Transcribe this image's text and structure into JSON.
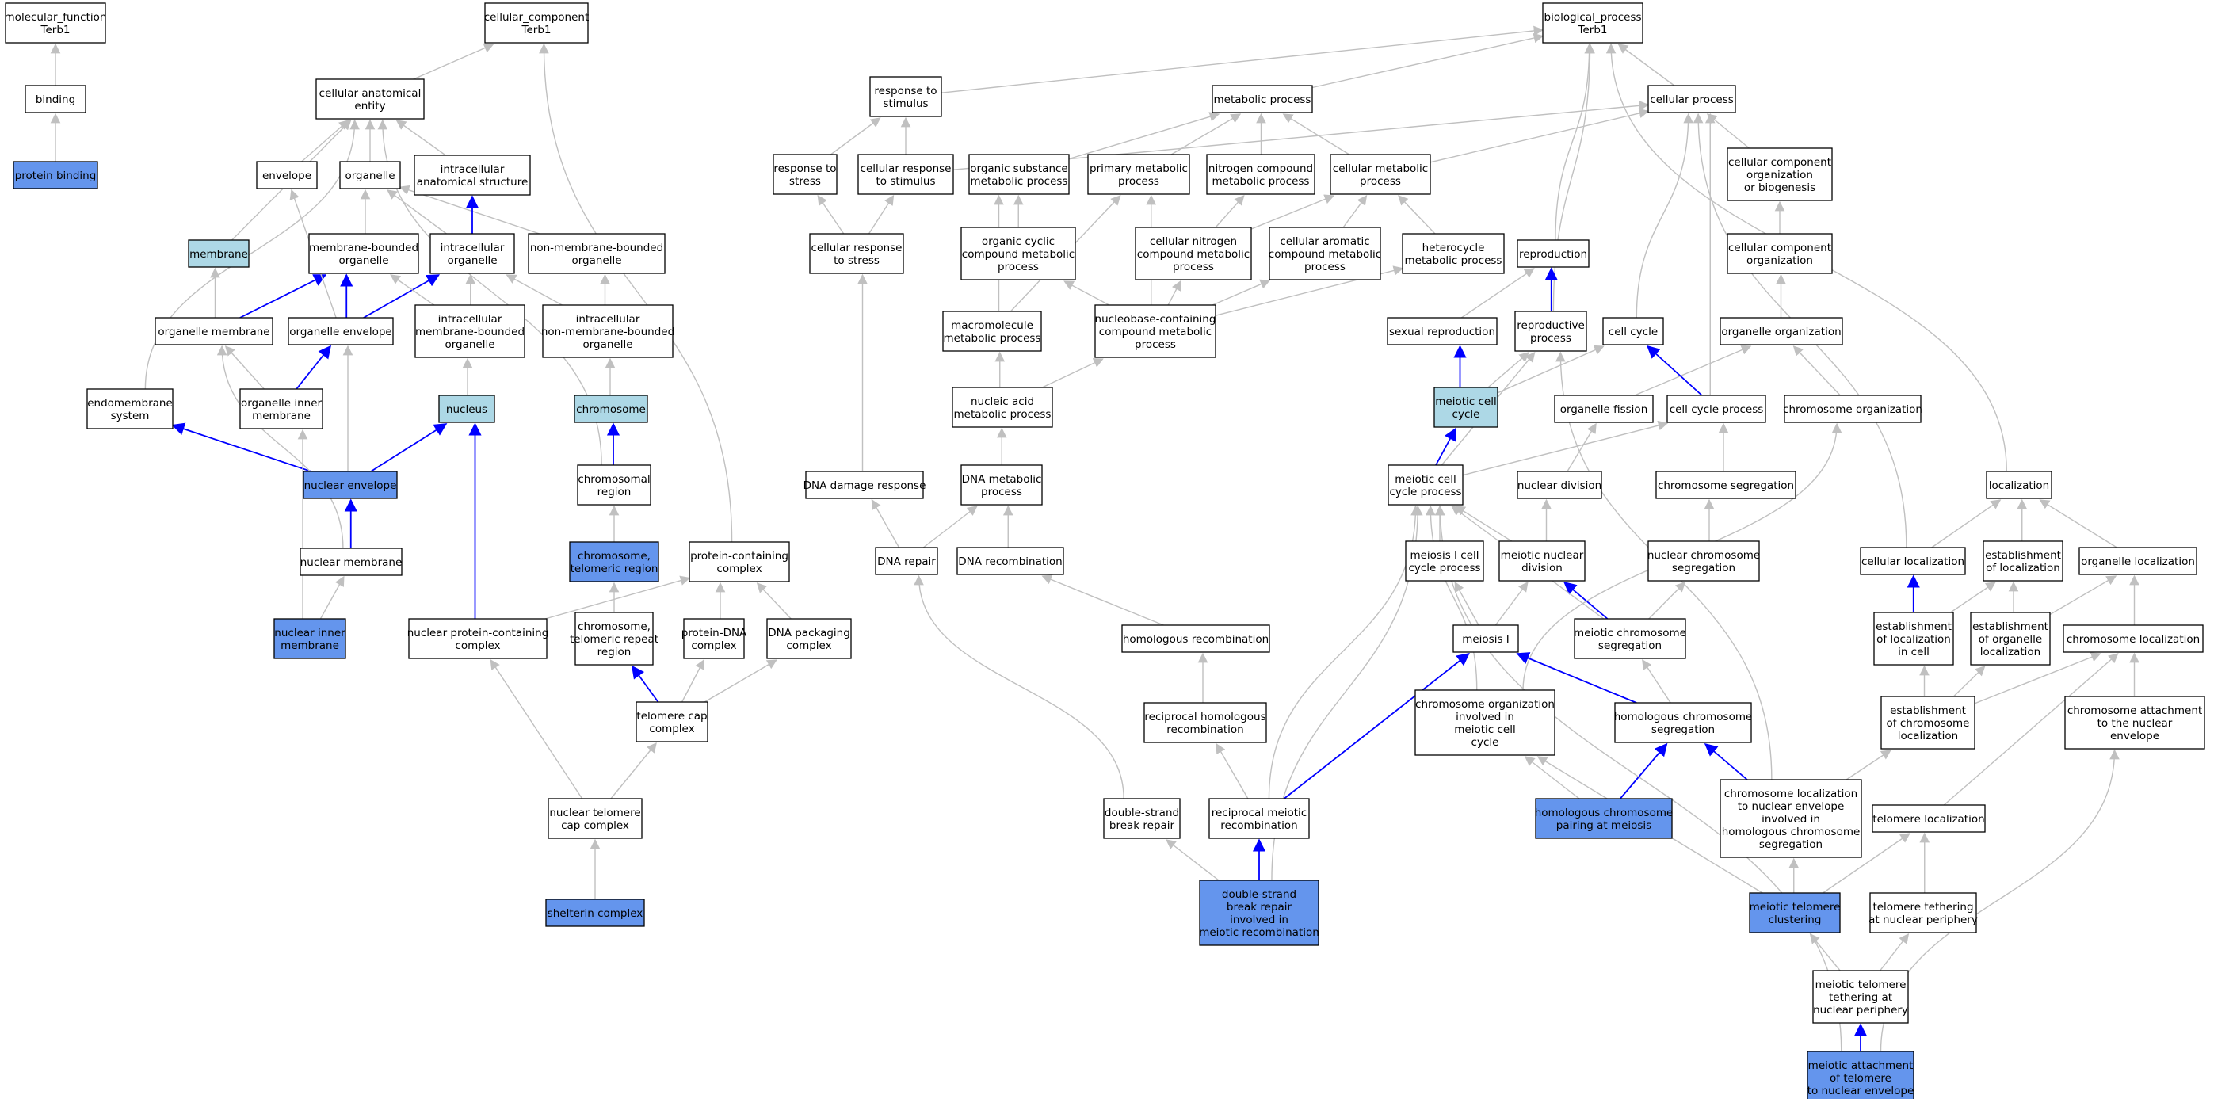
{
  "colors": {
    "edge_default": "#c0c0c0",
    "edge_highlight": "#0000ff",
    "node_white": "#ffffff",
    "node_light": "#add8e6",
    "node_dark": "#6495ed"
  },
  "nodes": [
    {
      "id": "mf",
      "label": "molecular_function\nTerb1",
      "fill": "white"
    },
    {
      "id": "binding",
      "label": "binding",
      "fill": "white"
    },
    {
      "id": "protbind",
      "label": "protein binding",
      "fill": "dark"
    },
    {
      "id": "cc",
      "label": "cellular_component\nTerb1",
      "fill": "white"
    },
    {
      "id": "cae",
      "label": "cellular anatomical\nentity",
      "fill": "white"
    },
    {
      "id": "envelope",
      "label": "envelope",
      "fill": "white"
    },
    {
      "id": "organelle",
      "label": "organelle",
      "fill": "white"
    },
    {
      "id": "ias",
      "label": "intracellular\nanatomical structure",
      "fill": "white"
    },
    {
      "id": "membrane",
      "label": "membrane",
      "fill": "light"
    },
    {
      "id": "mbo",
      "label": "membrane-bounded\norganelle",
      "fill": "white"
    },
    {
      "id": "io",
      "label": "intracellular\norganelle",
      "fill": "white"
    },
    {
      "id": "nmbo",
      "label": "non-membrane-bounded\norganelle",
      "fill": "white"
    },
    {
      "id": "om",
      "label": "organelle membrane",
      "fill": "white"
    },
    {
      "id": "oe",
      "label": "organelle envelope",
      "fill": "white"
    },
    {
      "id": "imbo",
      "label": "intracellular\nmembrane-bounded\norganelle",
      "fill": "white"
    },
    {
      "id": "inmbo",
      "label": "intracellular\nnon-membrane-bounded\norganelle",
      "fill": "white"
    },
    {
      "id": "endo",
      "label": "endomembrane\nsystem",
      "fill": "white"
    },
    {
      "id": "oim",
      "label": "organelle inner\nmembrane",
      "fill": "white"
    },
    {
      "id": "nucleus",
      "label": "nucleus",
      "fill": "light"
    },
    {
      "id": "chromosome",
      "label": "chromosome",
      "fill": "light"
    },
    {
      "id": "ne",
      "label": "nuclear envelope",
      "fill": "dark"
    },
    {
      "id": "chromreg",
      "label": "chromosomal\nregion",
      "fill": "white"
    },
    {
      "id": "nm",
      "label": "nuclear membrane",
      "fill": "white"
    },
    {
      "id": "ctr",
      "label": "chromosome,\ntelomeric region",
      "fill": "dark"
    },
    {
      "id": "pcc",
      "label": "protein-containing\ncomplex",
      "fill": "white"
    },
    {
      "id": "nim",
      "label": "nuclear inner\nmembrane",
      "fill": "dark"
    },
    {
      "id": "npcc",
      "label": "nuclear protein-containing\ncomplex",
      "fill": "white"
    },
    {
      "id": "ctrr",
      "label": "chromosome,\ntelomeric repeat\nregion",
      "fill": "white"
    },
    {
      "id": "pdna",
      "label": "protein-DNA\ncomplex",
      "fill": "white"
    },
    {
      "id": "dpc",
      "label": "DNA packaging\ncomplex",
      "fill": "white"
    },
    {
      "id": "tcc",
      "label": "telomere cap\ncomplex",
      "fill": "white"
    },
    {
      "id": "ntcc",
      "label": "nuclear telomere\ncap complex",
      "fill": "white"
    },
    {
      "id": "shelterin",
      "label": "shelterin complex",
      "fill": "dark"
    },
    {
      "id": "bp",
      "label": "biological_process\nTerb1",
      "fill": "white"
    },
    {
      "id": "rts",
      "label": "response to\nstimulus",
      "fill": "white"
    },
    {
      "id": "metab",
      "label": "metabolic process",
      "fill": "white"
    },
    {
      "id": "cellproc",
      "label": "cellular process",
      "fill": "white"
    },
    {
      "id": "rtstress",
      "label": "response to\nstress",
      "fill": "white"
    },
    {
      "id": "crts",
      "label": "cellular response\nto stimulus",
      "fill": "white"
    },
    {
      "id": "osmp",
      "label": "organic substance\nmetabolic process",
      "fill": "white"
    },
    {
      "id": "pmp",
      "label": "primary metabolic\nprocess",
      "fill": "white"
    },
    {
      "id": "ncmp",
      "label": "nitrogen compound\nmetabolic process",
      "fill": "white"
    },
    {
      "id": "cmp",
      "label": "cellular metabolic\nprocess",
      "fill": "white"
    },
    {
      "id": "ccob",
      "label": "cellular component\norganization\nor biogenesis",
      "fill": "white"
    },
    {
      "id": "crtstress",
      "label": "cellular response\nto stress",
      "fill": "white"
    },
    {
      "id": "occmp",
      "label": "organic cyclic\ncompound metabolic\nprocess",
      "fill": "white"
    },
    {
      "id": "cncmp",
      "label": "cellular nitrogen\ncompound metabolic\nprocess",
      "fill": "white"
    },
    {
      "id": "cacmp",
      "label": "cellular aromatic\ncompound metabolic\nprocess",
      "fill": "white"
    },
    {
      "id": "hmp",
      "label": "heterocycle\nmetabolic process",
      "fill": "white"
    },
    {
      "id": "repro",
      "label": "reproduction",
      "fill": "white"
    },
    {
      "id": "cco",
      "label": "cellular component\norganization",
      "fill": "white"
    },
    {
      "id": "mmp",
      "label": "macromolecule\nmetabolic process",
      "fill": "white"
    },
    {
      "id": "nbccmp",
      "label": "nucleobase-containing\ncompound metabolic\nprocess",
      "fill": "white"
    },
    {
      "id": "sexrepro",
      "label": "sexual reproduction",
      "fill": "white"
    },
    {
      "id": "reproproc",
      "label": "reproductive\nprocess",
      "fill": "white"
    },
    {
      "id": "cellcycle",
      "label": "cell cycle",
      "fill": "white"
    },
    {
      "id": "orgorg",
      "label": "organelle organization",
      "fill": "white"
    },
    {
      "id": "namp",
      "label": "nucleic acid\nmetabolic process",
      "fill": "white"
    },
    {
      "id": "mcc",
      "label": "meiotic cell\ncycle",
      "fill": "light"
    },
    {
      "id": "orgfis",
      "label": "organelle fission",
      "fill": "white"
    },
    {
      "id": "ccp",
      "label": "cell cycle process",
      "fill": "white"
    },
    {
      "id": "chromorg",
      "label": "chromosome organization",
      "fill": "white"
    },
    {
      "id": "ddr",
      "label": "DNA damage response",
      "fill": "white"
    },
    {
      "id": "dnamp",
      "label": "DNA metabolic\nprocess",
      "fill": "white"
    },
    {
      "id": "mccp",
      "label": "meiotic cell\ncycle process",
      "fill": "white"
    },
    {
      "id": "nucdiv",
      "label": "nuclear division",
      "fill": "white"
    },
    {
      "id": "chromseg",
      "label": "chromosome segregation",
      "fill": "white"
    },
    {
      "id": "loc",
      "label": "localization",
      "fill": "white"
    },
    {
      "id": "dnarepair",
      "label": "DNA repair",
      "fill": "white"
    },
    {
      "id": "dnarecomb",
      "label": "DNA recombination",
      "fill": "white"
    },
    {
      "id": "m1ccp",
      "label": "meiosis I cell\ncycle process",
      "fill": "white"
    },
    {
      "id": "mnd",
      "label": "meiotic nuclear\ndivision",
      "fill": "white"
    },
    {
      "id": "ncs",
      "label": "nuclear chromosome\nsegregation",
      "fill": "white"
    },
    {
      "id": "cellloc",
      "label": "cellular localization",
      "fill": "white"
    },
    {
      "id": "estloc",
      "label": "establishment\nof localization",
      "fill": "white"
    },
    {
      "id": "orgloc",
      "label": "organelle localization",
      "fill": "white"
    },
    {
      "id": "homrecomb",
      "label": "homologous recombination",
      "fill": "white"
    },
    {
      "id": "meiosis1",
      "label": "meiosis I",
      "fill": "white"
    },
    {
      "id": "mcs",
      "label": "meiotic chromosome\nsegregation",
      "fill": "white"
    },
    {
      "id": "elic",
      "label": "establishment\nof localization\nin cell",
      "fill": "white"
    },
    {
      "id": "eol",
      "label": "establishment\nof organelle\nlocalization",
      "fill": "white"
    },
    {
      "id": "chromloc",
      "label": "chromosome localization",
      "fill": "white"
    },
    {
      "id": "rhr",
      "label": "reciprocal homologous\nrecombination",
      "fill": "white"
    },
    {
      "id": "coimcc",
      "label": "chromosome organization\ninvolved in\nmeiotic cell\ncycle",
      "fill": "white"
    },
    {
      "id": "hcs",
      "label": "homologous chromosome\nsegregation",
      "fill": "white"
    },
    {
      "id": "eocl",
      "label": "establishment\nof chromosome\nlocalization",
      "fill": "white"
    },
    {
      "id": "catne",
      "label": "chromosome attachment\nto the nuclear\nenvelope",
      "fill": "white"
    },
    {
      "id": "dsbr",
      "label": "double-strand\nbreak repair",
      "fill": "white"
    },
    {
      "id": "rmr",
      "label": "reciprocal meiotic\nrecombination",
      "fill": "white"
    },
    {
      "id": "hcpm",
      "label": "homologous chromosome\npairing at meiosis",
      "fill": "dark"
    },
    {
      "id": "clne",
      "label": "chromosome localization\nto nuclear envelope\ninvolved in\nhomologous chromosome\nsegregation",
      "fill": "white"
    },
    {
      "id": "telloc",
      "label": "telomere localization",
      "fill": "white"
    },
    {
      "id": "dsbrmr",
      "label": "double-strand\nbreak repair\ninvolved in\nmeiotic recombination",
      "fill": "dark"
    },
    {
      "id": "mtc",
      "label": "meiotic telomere\nclustering",
      "fill": "dark"
    },
    {
      "id": "ttnp",
      "label": "telomere tethering\nat nuclear periphery",
      "fill": "white"
    },
    {
      "id": "mttnp",
      "label": "meiotic telomere\ntethering at\nnuclear periphery",
      "fill": "white"
    },
    {
      "id": "matne",
      "label": "meiotic attachment\nof telomere\nto nuclear envelope",
      "fill": "dark"
    }
  ],
  "edges": [
    [
      "binding",
      "mf",
      "d"
    ],
    [
      "protbind",
      "binding",
      "d"
    ],
    [
      "cae",
      "cc",
      "d"
    ],
    [
      "pcc",
      "cc",
      "d"
    ],
    [
      "envelope",
      "cae",
      "d"
    ],
    [
      "organelle",
      "cae",
      "d"
    ],
    [
      "ias",
      "cae",
      "d"
    ],
    [
      "membrane",
      "cae",
      "d"
    ],
    [
      "endo",
      "cae",
      "d"
    ],
    [
      "chromreg",
      "cae",
      "d"
    ],
    [
      "mbo",
      "organelle",
      "d"
    ],
    [
      "io",
      "organelle",
      "d"
    ],
    [
      "nmbo",
      "organelle",
      "d"
    ],
    [
      "io",
      "ias",
      "h"
    ],
    [
      "om",
      "membrane",
      "d"
    ],
    [
      "om",
      "mbo",
      "h"
    ],
    [
      "oe",
      "mbo",
      "h"
    ],
    [
      "oe",
      "envelope",
      "d"
    ],
    [
      "oe",
      "io",
      "h"
    ],
    [
      "imbo",
      "mbo",
      "d"
    ],
    [
      "imbo",
      "io",
      "d"
    ],
    [
      "inmbo",
      "io",
      "d"
    ],
    [
      "inmbo",
      "nmbo",
      "d"
    ],
    [
      "oim",
      "om",
      "d"
    ],
    [
      "oim",
      "oe",
      "h"
    ],
    [
      "chromosome",
      "inmbo",
      "d"
    ],
    [
      "nucleus",
      "imbo",
      "d"
    ],
    [
      "ne",
      "endo",
      "h"
    ],
    [
      "ne",
      "oe",
      "d"
    ],
    [
      "ne",
      "nucleus",
      "h"
    ],
    [
      "nm",
      "om",
      "d"
    ],
    [
      "nm",
      "ne",
      "h"
    ],
    [
      "chromreg",
      "chromosome",
      "h"
    ],
    [
      "ctr",
      "chromreg",
      "d"
    ],
    [
      "nim",
      "oim",
      "d"
    ],
    [
      "nim",
      "nm",
      "d"
    ],
    [
      "npcc",
      "pcc",
      "d"
    ],
    [
      "npcc",
      "nucleus",
      "h"
    ],
    [
      "ctrr",
      "ctr",
      "d"
    ],
    [
      "pdna",
      "pcc",
      "d"
    ],
    [
      "dpc",
      "pcc",
      "d"
    ],
    [
      "tcc",
      "pdna",
      "d"
    ],
    [
      "tcc",
      "dpc",
      "d"
    ],
    [
      "tcc",
      "ctrr",
      "h"
    ],
    [
      "ntcc",
      "tcc",
      "d"
    ],
    [
      "ntcc",
      "npcc",
      "d"
    ],
    [
      "shelterin",
      "ntcc",
      "d"
    ],
    [
      "rts",
      "bp",
      "d"
    ],
    [
      "metab",
      "bp",
      "d"
    ],
    [
      "cellproc",
      "bp",
      "d"
    ],
    [
      "repro",
      "bp",
      "d"
    ],
    [
      "reproproc",
      "bp",
      "d"
    ],
    [
      "loc",
      "bp",
      "d"
    ],
    [
      "rtstress",
      "rts",
      "d"
    ],
    [
      "crts",
      "rts",
      "d"
    ],
    [
      "crts",
      "cellproc",
      "d"
    ],
    [
      "osmp",
      "metab",
      "d"
    ],
    [
      "pmp",
      "metab",
      "d"
    ],
    [
      "ncmp",
      "metab",
      "d"
    ],
    [
      "cmp",
      "metab",
      "d"
    ],
    [
      "cmp",
      "cellproc",
      "d"
    ],
    [
      "ccob",
      "cellproc",
      "d"
    ],
    [
      "crtstress",
      "rtstress",
      "d"
    ],
    [
      "crtstress",
      "crts",
      "d"
    ],
    [
      "occmp",
      "osmp",
      "d"
    ],
    [
      "cncmp",
      "ncmp",
      "d"
    ],
    [
      "cncmp",
      "cmp",
      "d"
    ],
    [
      "cacmp",
      "cmp",
      "d"
    ],
    [
      "hmp",
      "cmp",
      "d"
    ],
    [
      "cco",
      "ccob",
      "d"
    ],
    [
      "mmp",
      "osmp",
      "d"
    ],
    [
      "mmp",
      "pmp",
      "d"
    ],
    [
      "nbccmp",
      "occmp",
      "d"
    ],
    [
      "nbccmp",
      "cncmp",
      "d"
    ],
    [
      "nbccmp",
      "cacmp",
      "d"
    ],
    [
      "nbccmp",
      "hmp",
      "d"
    ],
    [
      "nbccmp",
      "pmp",
      "d"
    ],
    [
      "reproproc",
      "repro",
      "h"
    ],
    [
      "sexrepro",
      "repro",
      "d"
    ],
    [
      "cellcycle",
      "cellproc",
      "d"
    ],
    [
      "orgorg",
      "cco",
      "d"
    ],
    [
      "namp",
      "mmp",
      "d"
    ],
    [
      "namp",
      "nbccmp",
      "d"
    ],
    [
      "mcc",
      "sexrepro",
      "h"
    ],
    [
      "mcc",
      "reproproc",
      "d"
    ],
    [
      "mcc",
      "cellcycle",
      "d"
    ],
    [
      "orgfis",
      "orgorg",
      "d"
    ],
    [
      "ccp",
      "cellcycle",
      "h"
    ],
    [
      "ccp",
      "cellproc",
      "d"
    ],
    [
      "chromorg",
      "orgorg",
      "d"
    ],
    [
      "ddr",
      "crtstress",
      "d"
    ],
    [
      "dnamp",
      "namp",
      "d"
    ],
    [
      "mccp",
      "mcc",
      "h"
    ],
    [
      "mccp",
      "ccp",
      "d"
    ],
    [
      "mccp",
      "reproproc",
      "d"
    ],
    [
      "nucdiv",
      "orgfis",
      "d"
    ],
    [
      "chromseg",
      "ccp",
      "d"
    ],
    [
      "loc",
      "bp",
      "d"
    ],
    [
      "dnarepair",
      "ddr",
      "d"
    ],
    [
      "dnarepair",
      "dnamp",
      "d"
    ],
    [
      "dnarecomb",
      "dnamp",
      "d"
    ],
    [
      "m1ccp",
      "mccp",
      "d"
    ],
    [
      "mnd",
      "mccp",
      "d"
    ],
    [
      "mnd",
      "nucdiv",
      "d"
    ],
    [
      "ncs",
      "chromseg",
      "d"
    ],
    [
      "cellloc",
      "cellproc",
      "d"
    ],
    [
      "cellloc",
      "loc",
      "d"
    ],
    [
      "estloc",
      "loc",
      "d"
    ],
    [
      "orgloc",
      "loc",
      "d"
    ],
    [
      "homrecomb",
      "dnarecomb",
      "d"
    ],
    [
      "meiosis1",
      "m1ccp",
      "d"
    ],
    [
      "meiosis1",
      "mnd",
      "d"
    ],
    [
      "mcs",
      "mnd",
      "h"
    ],
    [
      "mcs",
      "ncs",
      "d"
    ],
    [
      "mcs",
      "mccp",
      "d"
    ],
    [
      "elic",
      "cellloc",
      "h"
    ],
    [
      "elic",
      "estloc",
      "d"
    ],
    [
      "eol",
      "estloc",
      "d"
    ],
    [
      "eol",
      "orgloc",
      "d"
    ],
    [
      "chromloc",
      "orgloc",
      "d"
    ],
    [
      "rhr",
      "homrecomb",
      "d"
    ],
    [
      "coimcc",
      "chromorg",
      "d"
    ],
    [
      "coimcc",
      "mccp",
      "d"
    ],
    [
      "hcs",
      "meiosis1",
      "h"
    ],
    [
      "hcs",
      "mcs",
      "d"
    ],
    [
      "eocl",
      "elic",
      "d"
    ],
    [
      "eocl",
      "eol",
      "d"
    ],
    [
      "eocl",
      "chromloc",
      "d"
    ],
    [
      "catne",
      "chromloc",
      "d"
    ],
    [
      "dsbr",
      "dnarepair",
      "d"
    ],
    [
      "rmr",
      "meiosis1",
      "h"
    ],
    [
      "rmr",
      "rhr",
      "d"
    ],
    [
      "rmr",
      "mccp",
      "d"
    ],
    [
      "hcpm",
      "hcs",
      "h"
    ],
    [
      "hcpm",
      "coimcc",
      "d"
    ],
    [
      "clne",
      "hcs",
      "h"
    ],
    [
      "clne",
      "eocl",
      "d"
    ],
    [
      "clne",
      "reproproc",
      "d"
    ],
    [
      "telloc",
      "chromloc",
      "d"
    ],
    [
      "dsbrmr",
      "rmr",
      "h"
    ],
    [
      "dsbrmr",
      "dsbr",
      "d"
    ],
    [
      "dsbrmr",
      "mccp",
      "d"
    ],
    [
      "mtc",
      "clne",
      "d"
    ],
    [
      "mtc",
      "telloc",
      "d"
    ],
    [
      "mtc",
      "coimcc",
      "d"
    ],
    [
      "ttnp",
      "telloc",
      "d"
    ],
    [
      "mttnp",
      "mtc",
      "d"
    ],
    [
      "mttnp",
      "ttnp",
      "d"
    ],
    [
      "matne",
      "mttnp",
      "h"
    ],
    [
      "matne",
      "catne",
      "d"
    ],
    [
      "matne",
      "mccp",
      "d"
    ]
  ]
}
